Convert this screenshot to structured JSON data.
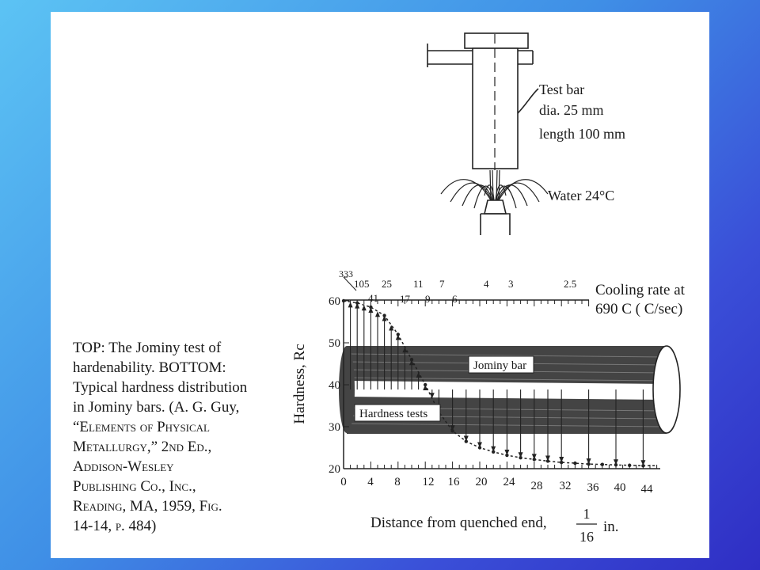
{
  "top_labels": {
    "test_bar": "Test bar",
    "dia": "dia. 25 mm",
    "length": "length 100 mm",
    "water": "Water 24°C"
  },
  "caption_lines": [
    "TOP: The Jominy test of",
    "hardenability. BOTTOM:",
    "Typical hardness distribution",
    "in Jominy bars. (A. G. Guy,",
    "“Elements of Physical",
    "Metallurgy,” 2nd Ed.,",
    "Addison-Wesley",
    "Publishing Co., Inc.,",
    "Reading, MA, 1959, Fig.",
    "14-14, p. 484)"
  ],
  "chart_data": {
    "type": "line",
    "ylabel": "Hardness, Rc",
    "xlabel_prefix": "Distance from quenched end,",
    "xlabel_frac_num": "1",
    "xlabel_frac_den": "16",
    "xlabel_suffix": "in.",
    "ylim": [
      20,
      60
    ],
    "yticks": [
      "60",
      "50",
      "40",
      "30",
      "20"
    ],
    "xlim": [
      0,
      46
    ],
    "xticks": [
      "0",
      "4",
      "8",
      "12",
      "16",
      "20",
      "24",
      "28",
      "32",
      "36",
      "40",
      "44"
    ],
    "cooling_rate_label_1": "Cooling rate at",
    "cooling_rate_label_2": "690 C ( C/sec)",
    "cooling_rates_top": [
      "333",
      "105",
      "25",
      "11",
      "7",
      "4",
      "3",
      "2.5"
    ],
    "cooling_rates_bottom": [
      "41",
      "17",
      "9",
      "6"
    ],
    "annotations": [
      "Jominy bar",
      "Hardness tests"
    ],
    "series": [
      {
        "x": [
          0,
          2,
          4,
          6,
          8,
          10,
          12,
          14,
          16,
          18,
          20,
          22,
          24,
          26,
          28,
          30,
          32,
          34,
          36,
          38,
          40,
          42,
          44
        ],
        "values": [
          60,
          59.5,
          58.5,
          56.5,
          52,
          46,
          40,
          33.5,
          29,
          26.5,
          25,
          24,
          23.2,
          22.6,
          22.2,
          21.8,
          21.5,
          21.3,
          21.1,
          21,
          20.9,
          20.8,
          20.7
        ]
      }
    ]
  }
}
